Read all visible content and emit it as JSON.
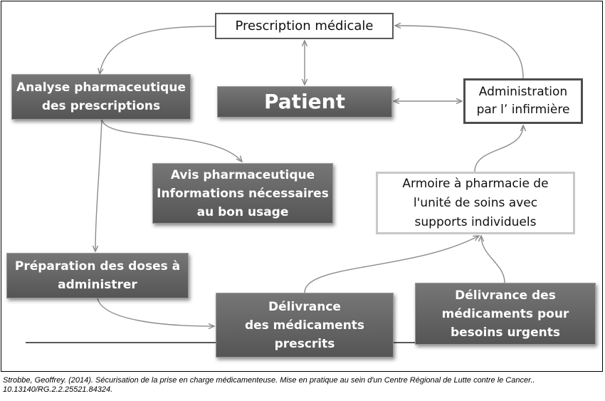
{
  "diagram": {
    "nodes": {
      "prescription": "Prescription médicale",
      "patient": "Patient",
      "administration": "Administration\npar l’ infirmière",
      "analyse": "Analyse pharmaceutique\ndes prescriptions",
      "avis": "Avis pharmaceutique\nInformations nécessaires\nau bon usage",
      "armoire": "Armoire à pharmacie de\nl'unité de soins avec\nsupports individuels",
      "preparation": "Préparation des doses à\nadministrer",
      "delivrance_prescrits": "Délivrance\ndes médicaments\nprescrits",
      "delivrance_urgents": "Délivrance des\nmédicaments pour\nbesoins urgents"
    },
    "colors": {
      "dark_box": "#666666",
      "arrow": "#8c8c8c",
      "baseline": "#595959"
    }
  },
  "caption": {
    "line1": "Strobbe, Geoffrey. (2014). Sécurisation de la prise en charge médicamenteuse. Mise en pratique au sein d'un Centre Régional de Lutte contre le Cancer..",
    "line2": "10.13140/RG.2.2.25521.84324."
  }
}
